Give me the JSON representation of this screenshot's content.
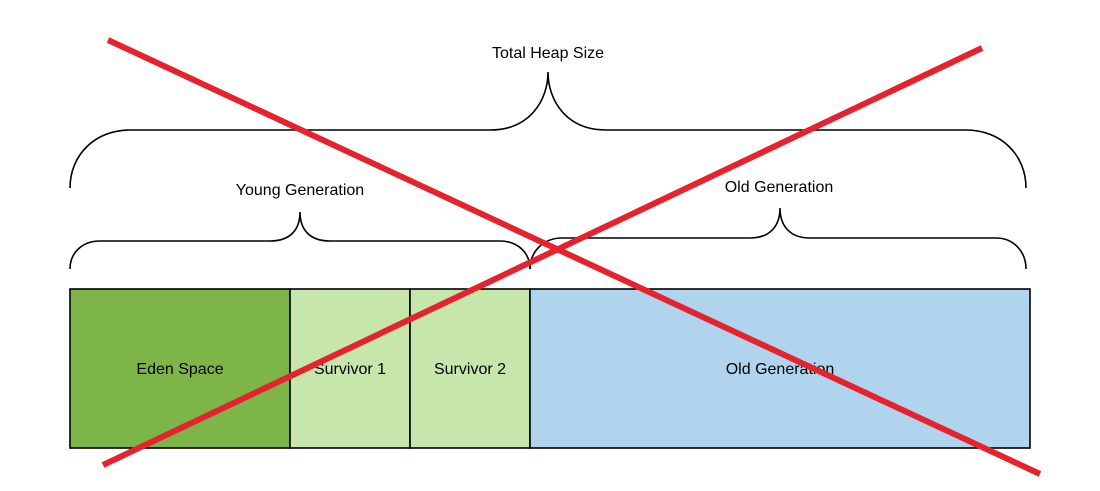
{
  "labels": {
    "total": "Total Heap Size",
    "young": "Young Generation",
    "old": "Old Generation"
  },
  "segments": [
    {
      "id": "eden",
      "label": "Eden Space",
      "color": "#7db548"
    },
    {
      "id": "survivor1",
      "label": "Survivor 1",
      "color": "#c6e6ab"
    },
    {
      "id": "survivor2",
      "label": "Survivor 2",
      "color": "#c6e6ab"
    },
    {
      "id": "old",
      "label": "Old Generation",
      "color": "#b1d4ee"
    }
  ],
  "cross_color": "#e5232e"
}
